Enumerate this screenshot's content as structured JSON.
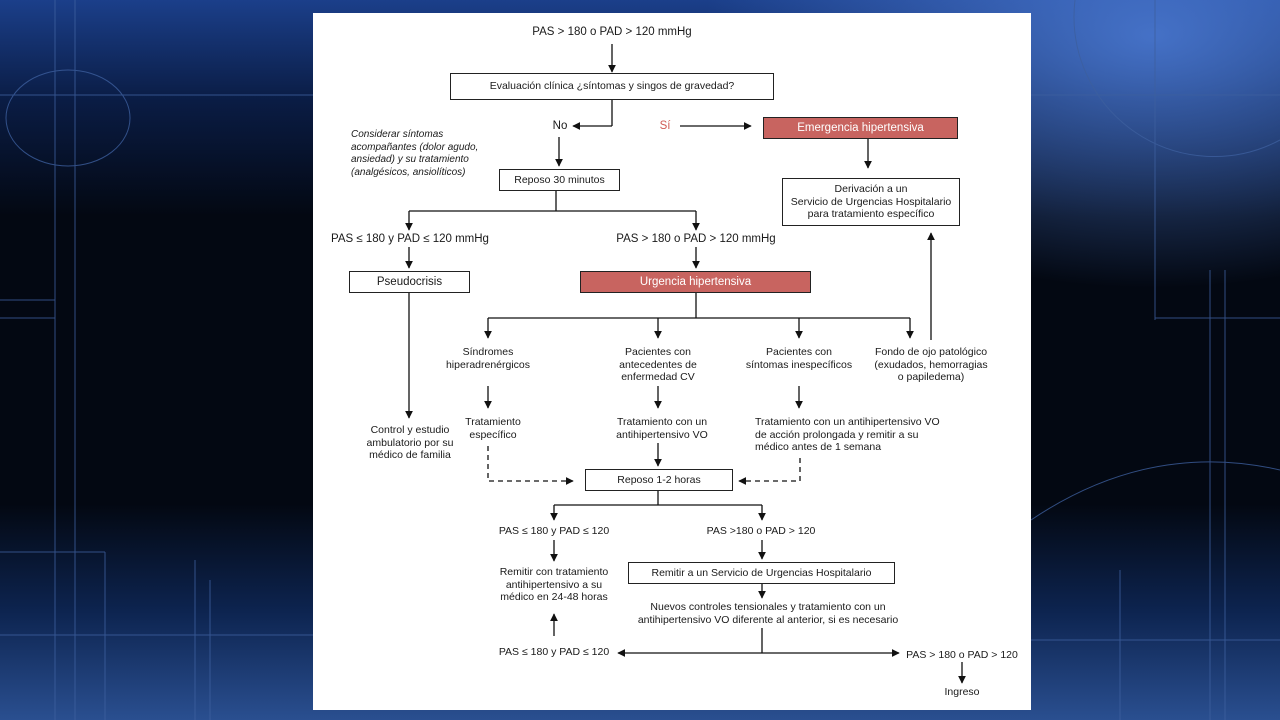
{
  "colors": {
    "highlight_box": "#c86460",
    "highlight_text": "#d05a55",
    "background": "#050a18"
  },
  "diagram": {
    "start": "PAS > 180 o PAD > 120 mmHg",
    "evaluation": "Evaluación clínica ¿síntomas y singos de gravedad?",
    "branch_no": "No",
    "branch_yes": "Sí",
    "emergency": "Emergencia hipertensiva",
    "derivation": "Derivación a un\nServicio de Urgencias Hospitalario\npara tratamiento específico",
    "consider_note": "Considerar síntomas\nacompañantes (dolor agudo,\nansiedad) y su tratamiento\n(analgésicos, ansiolíticos)",
    "rest_30": "Reposo 30 minutos",
    "cond_low_1": "PAS ≤ 180 y PAD ≤ 120 mmHg",
    "cond_high_1": "PAS > 180 o PAD > 120 mmHg",
    "pseudocrisis": "Pseudocrisis",
    "urgency": "Urgencia hipertensiva",
    "control_study": "Control y estudio\nambulatorio por su\nmédico de familia",
    "syndromes": "Síndromes\nhiperadrenérgicos",
    "patients_cv": "Pacientes con\nantecedentes de\nenfermedad CV",
    "patients_nonspecific": "Pacientes con\nsíntomas inespecíficos",
    "fundus": "Fondo de ojo patológico\n(exudados, hemorragias\no papiledema)",
    "treatment_specific": "Tratamiento\nespecífico",
    "treatment_antihyp": "Tratamiento con un\nantihipertensivo VO",
    "treatment_long": "Tratamiento con un antihipertensivo VO\nde acción prolongada y remitir a su\nmédico antes de 1 semana",
    "rest_1_2": "Reposo 1-2 horas",
    "cond_low_2": "PAS ≤ 180 y PAD ≤ 120",
    "cond_high_2": "PAS >180 o PAD > 120",
    "refer_gp": "Remitir con tratamiento\nantihipertensivo a su\nmédico en 24-48 horas",
    "refer_hospital": "Remitir a un Servicio de Urgencias Hospitalario",
    "new_controls": "Nuevos controles tensionales y tratamiento con un\nantihipertensivo VO diferente al anterior, si es necesario",
    "cond_low_3": "PAS ≤ 180 y PAD ≤ 120",
    "cond_high_3": "PAS > 180 o PAD > 120",
    "admission": "Ingreso"
  }
}
